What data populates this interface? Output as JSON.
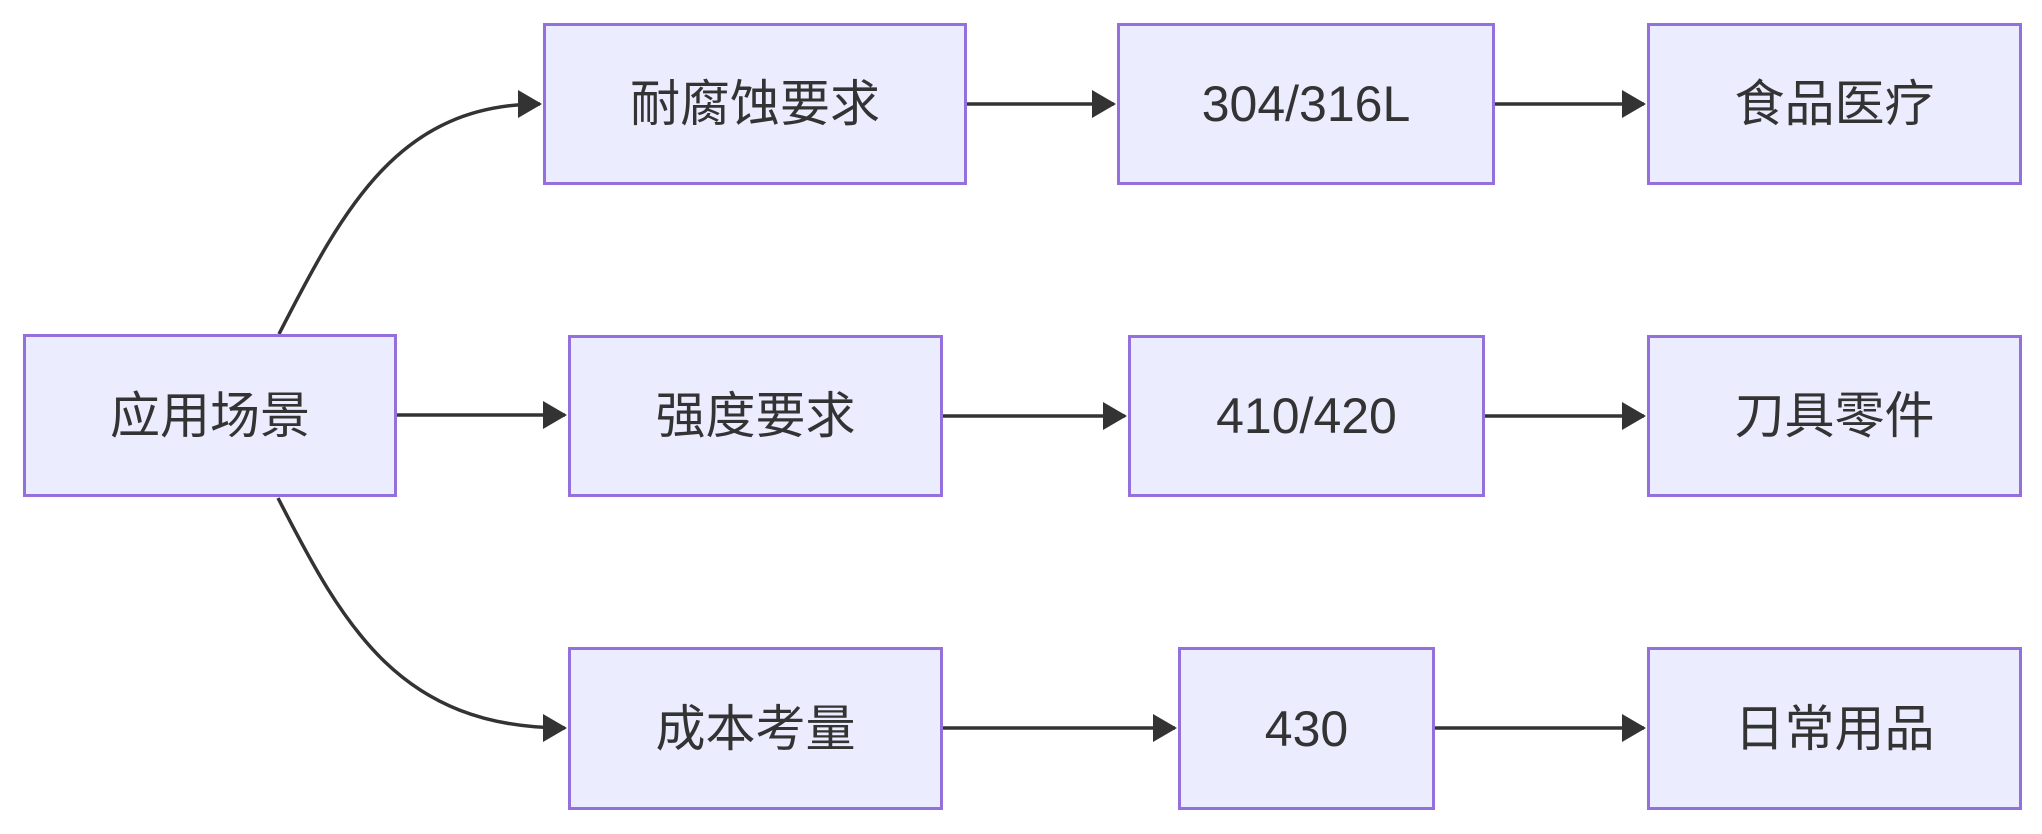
{
  "diagram": {
    "type": "flowchart",
    "direction": "left-to-right",
    "colors": {
      "background": "#FFFFFF",
      "node_fill": "#ECECFF",
      "node_border": "#9370DB",
      "edge": "#333333",
      "text": "#333333"
    },
    "root": {
      "label": "应用场景"
    },
    "branches": [
      {
        "condition": "耐腐蚀要求",
        "grade": "304/316L",
        "application": "食品医疗"
      },
      {
        "condition": "强度要求",
        "grade": "410/420",
        "application": "刀具零件"
      },
      {
        "condition": "成本考量",
        "grade": "430",
        "application": "日常用品"
      }
    ],
    "edges": [
      {
        "from": "应用场景",
        "to": "耐腐蚀要求"
      },
      {
        "from": "应用场景",
        "to": "强度要求"
      },
      {
        "from": "应用场景",
        "to": "成本考量"
      },
      {
        "from": "耐腐蚀要求",
        "to": "304/316L"
      },
      {
        "from": "304/316L",
        "to": "食品医疗"
      },
      {
        "from": "强度要求",
        "to": "410/420"
      },
      {
        "from": "410/420",
        "to": "刀具零件"
      },
      {
        "from": "成本考量",
        "to": "430"
      },
      {
        "from": "430",
        "to": "日常用品"
      }
    ]
  }
}
